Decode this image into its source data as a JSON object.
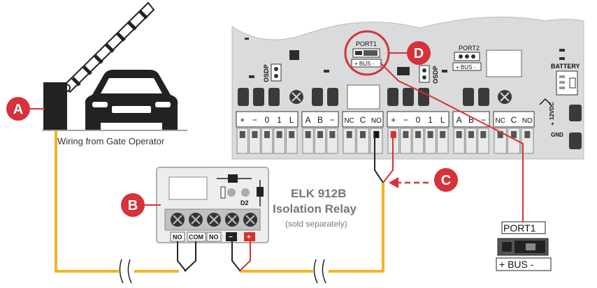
{
  "callouts": {
    "a": "A",
    "b": "B",
    "c": "C",
    "d": "D"
  },
  "gate_caption": "Wiring from Gate Operator",
  "relay": {
    "name": "ELK 912B",
    "subtitle": "Isolation Relay",
    "note": "(sold separately)",
    "diode_label": "D2",
    "terminals": {
      "no": "NO",
      "com": "COM",
      "no2": "NO",
      "minus": "−",
      "plus": "+"
    }
  },
  "board": {
    "port1": "PORT1",
    "port2": "PORT2",
    "bus_label": "+ BUS -",
    "osdp_left": "OSDP",
    "osdp_right": "OSDP",
    "battery": "BATTERY",
    "power": "12VDC",
    "power_plus": "+",
    "power_gnd": "GND",
    "terminal_groups": [
      [
        "+",
        "−",
        "0",
        "1",
        "L"
      ],
      [
        "A",
        "B",
        "−"
      ],
      [
        "NC",
        "C",
        "NO"
      ],
      [
        "+",
        "−",
        "0",
        "1",
        "L"
      ],
      [
        "A",
        "B",
        "−"
      ],
      [
        "NC",
        "C",
        "NO"
      ]
    ]
  },
  "port_zoom": {
    "label": "PORT1",
    "bus": "+ BUS -"
  },
  "colors": {
    "callout_red": "#d6323a",
    "wire_yellow": "#f5b324",
    "wire_red": "#d8302f",
    "board_gray": "#d9dbdc",
    "terminal_green": "#dcdfe0"
  }
}
